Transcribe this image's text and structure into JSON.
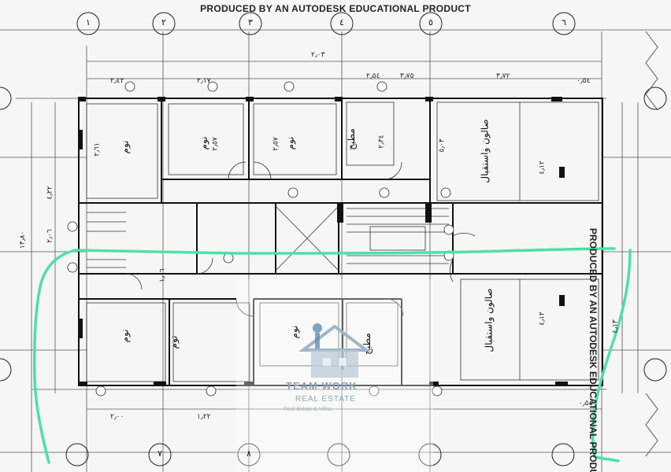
{
  "header": {
    "top_text": "PRODUCED BY AN AUTODESK EDUCATIONAL PRODUCT",
    "side_text": "PRODUCED BY AN AUTODESK EDUCATIONAL PRODUCT"
  },
  "watermark": {
    "line1": "TEAM WORK",
    "line2": "REAL ESTATE",
    "line3": "Real Estate & Villas"
  },
  "rooms": {
    "bed_a": "نوم",
    "bed_b": "نوم",
    "bed_c": "نوم",
    "bed_d": "نوم",
    "bed_e": "نوم",
    "bed_f": "نوم",
    "kitchen_a": "مطبخ",
    "kitchen_b": "مطبخ",
    "salon_a": "صالون واستقبال",
    "salon_b": "صالون واستقبال"
  },
  "dims": {
    "d1": "٢٫٥٧",
    "d2": "٢٫٥٧",
    "d3": "٢٫٣٤",
    "d4": "٥٫٠٣",
    "d5": "٣٫٧٢",
    "d6": "٣٫٧٥",
    "d7": "٤٫١٢",
    "d8": "٤٫١٢",
    "d9": "٢٫٦١",
    "d10": "٢٫٠٣",
    "d11": "٤٫٢٢",
    "d12": "١٣٫٨٠",
    "d13": "٢٫٠٦",
    "d14": "٤٫١٣",
    "d15": "٠٫٥٤",
    "d16": "٠٫٥٤",
    "d17": "٢٫٤٢",
    "d18": "٢٫١٧",
    "d19": "٢٫٥٤",
    "d20": "٢٫٠٠",
    "d21": "١٫٢٢",
    "d22": "١٫٠٦"
  },
  "bubbles": {
    "b1": "١",
    "b2": "٢",
    "b3": "٣",
    "b4": "٤",
    "b5": "٥",
    "b6": "٦",
    "b7": "٧",
    "b8": "٨"
  },
  "colors": {
    "line": "#1a1a1a",
    "highlight": "#4ee0a6",
    "wall": "#111111"
  }
}
